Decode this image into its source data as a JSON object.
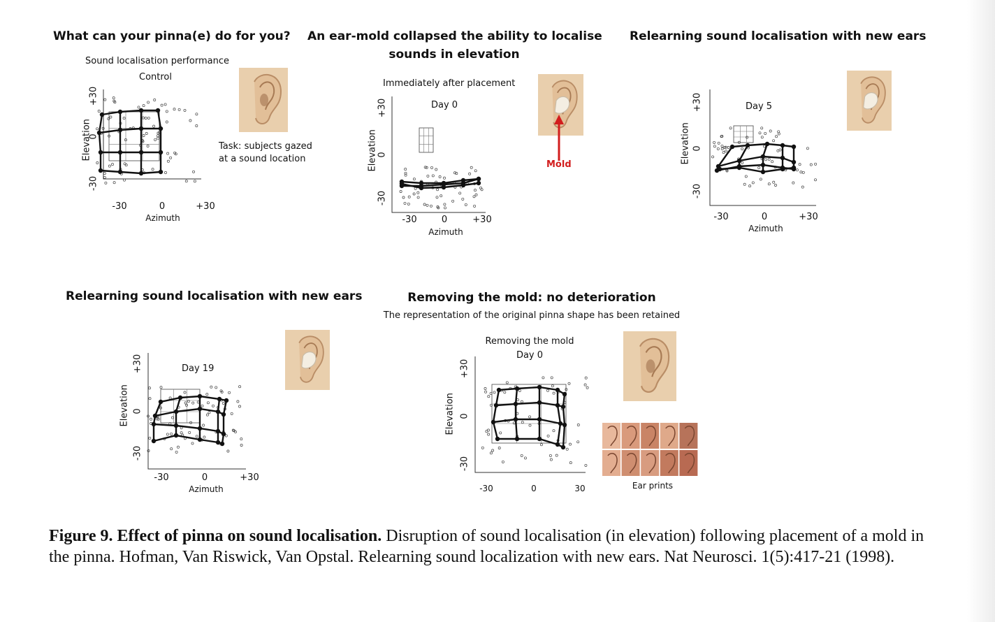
{
  "panels": {
    "p1": {
      "title": "What can your pinna(e) do for you?",
      "subtitle": "Sound localisation performance",
      "condition": "Control",
      "note_line1": "Task: subjects gazed",
      "note_line2": "at a sound location",
      "xticks": [
        "-30",
        "0",
        "+30"
      ],
      "yticks": [
        "+30",
        "0",
        "-30"
      ],
      "xlabel": "Azimuth",
      "ylabel": "Elevation",
      "ear_image": "ear-photo"
    },
    "p2": {
      "title_line1": "An ear-mold collapsed the ability to localise",
      "title_line2": "sounds in elevation",
      "subtitle": "Immediately after placement",
      "condition": "Day 0",
      "mold_label": "Mold",
      "xticks": [
        "-30",
        "0",
        "+30"
      ],
      "yticks": [
        "+30",
        "0",
        "-30"
      ],
      "xlabel": "Azimuth",
      "ylabel": "Elevation",
      "ear_image": "ear-with-mold-photo"
    },
    "p3": {
      "title": "Relearning sound localisation with new ears",
      "condition": "Day 5",
      "xticks": [
        "-30",
        "0",
        "+30"
      ],
      "yticks": [
        "+30",
        "0",
        "-30"
      ],
      "xlabel": "Azimuth",
      "ylabel": "Elevation",
      "ear_image": "ear-with-mold-photo"
    },
    "p4": {
      "title": "Relearning sound localisation with new ears",
      "condition": "Day 19",
      "xticks": [
        "-30",
        "0",
        "+30"
      ],
      "yticks": [
        "+30",
        "0",
        "-30"
      ],
      "xlabel": "Azimuth",
      "ylabel": "Elevation",
      "ear_image": "ear-with-mold-photo"
    },
    "p5": {
      "title": "Removing the mold: no deterioration",
      "subtitle": "The representation of the original pinna shape has been retained",
      "condition_line1": "Removing the mold",
      "condition_line2": "Day 0",
      "xticks": [
        "-30",
        "0",
        "30"
      ],
      "yticks": [
        "+30",
        "0",
        "-30"
      ],
      "ylabel": "Elevation",
      "ear_image": "ear-photo",
      "ear_prints_label": "Ear prints"
    }
  },
  "caption": {
    "bold": "Figure 9. Effect of pinna on sound localisation.",
    "text": " Disruption of sound localisation (in elevation) following placement of a mold in the pinna. Hofman, Van Riswick, Van Opstal. Relearning sound localization with new ears. Nat Neurosci. 1(5):417-21 (1998)."
  },
  "colors": {
    "mold_arrow": "#d21d1d",
    "skin": "#e6c8a6"
  }
}
